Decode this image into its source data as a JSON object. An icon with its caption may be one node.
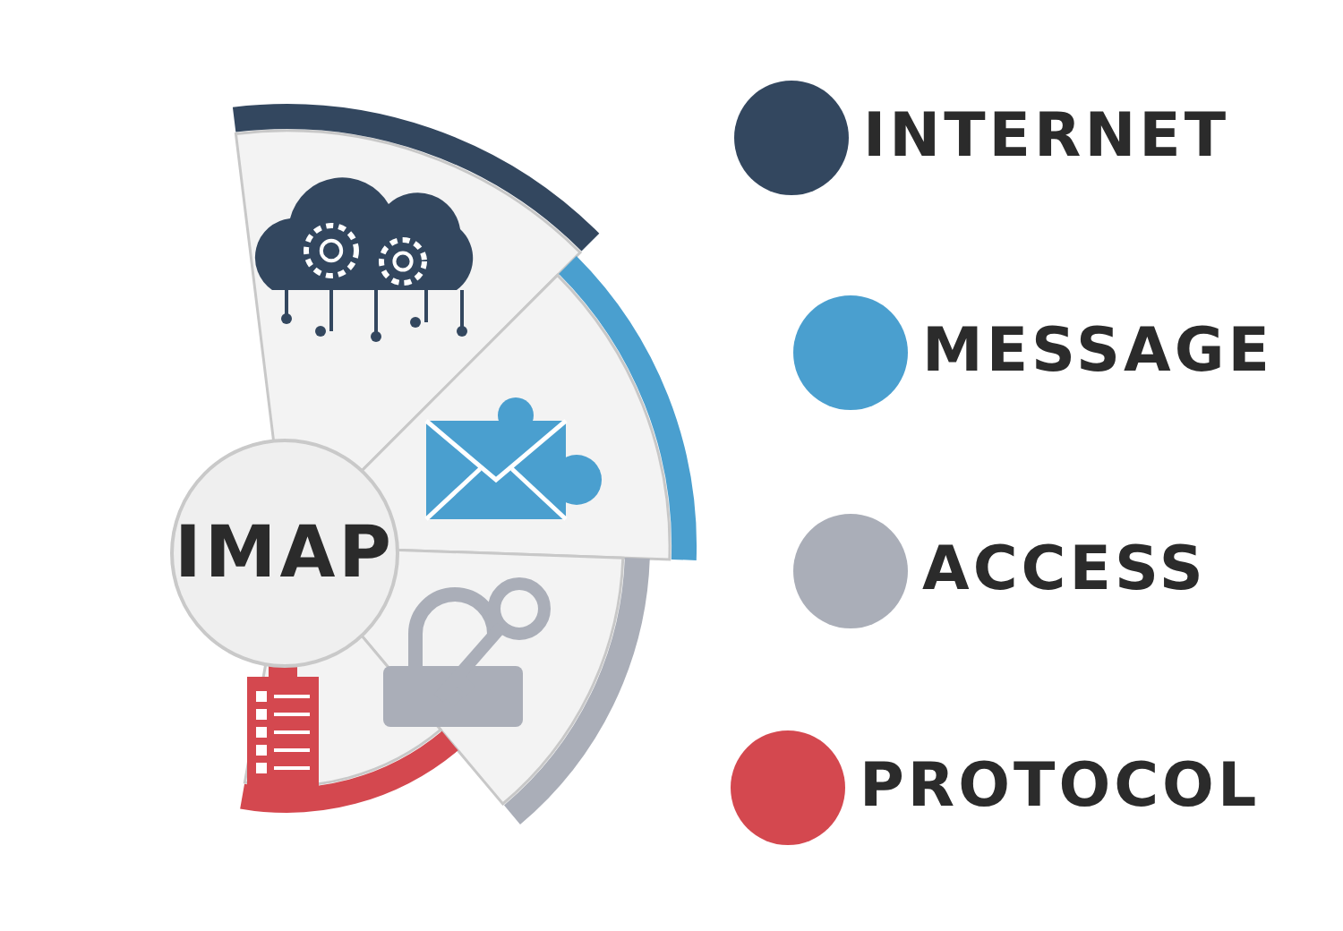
{
  "diagram": {
    "nodes": [
      {
        "text": [
          "IMAP"
        ]
      }
    ],
    "legend": [
      {
        "text": "INTERNET",
        "color": "#33475f"
      },
      {
        "text": "MESSAGE",
        "color": "#4a9fcf"
      },
      {
        "text": "ACCESS",
        "color": "#aaaeb8"
      },
      {
        "text": "PROTOCOL",
        "color": "#d4484f"
      }
    ]
  }
}
